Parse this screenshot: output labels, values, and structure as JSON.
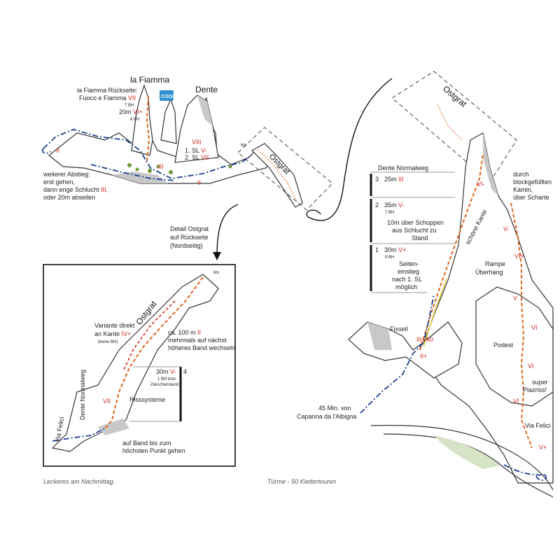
{
  "labels": {
    "la_fiamma": "la Fiamma",
    "dente": "Dente",
    "ostgrat_small": "Ostgrat",
    "ostgrat_detail": "Ostgrat",
    "ostgrat_big": "Ostgrat",
    "rueckseite_1": "la Fiamma Rückseite:",
    "rueckseite_2_pre": "Fuoco e Fiamma",
    "rueckseite_2_grade": "VII",
    "bh7": "7 BH",
    "cool": "COOL",
    "pitch20m_pre": "20m",
    "pitch20m_grade": "VI+",
    "bh6": "6 BH",
    "grade_viii": "VIII",
    "sl1_pre": "1. SL",
    "sl1_grade": "V-",
    "sl2_pre": "2. SL",
    "sl2_grade": "VII",
    "sixm": "6m",
    "grade_ii_left": "II",
    "grade_iii_left": "III",
    "grade_ii_mid": "II",
    "abstieg_1": "weiterer Abstieg:",
    "abstieg_2": "erst gehen,",
    "abstieg_3_pre": "dann enge Schlucht",
    "abstieg_3_grade": "III",
    "abstieg_4": "oder 20m abseilen",
    "detail_1": "Detail Ostgrat",
    "detail_2": "auf Rückseite",
    "detail_3": "(Nordseitig)",
    "variante_1": "Variante direkt",
    "variante_2_pre": "an Kante",
    "variante_2_grade": "IV+",
    "variante_3": "(keine BH)",
    "ca100_1_pre": "ca. 100 m",
    "ca100_1_grade": "II",
    "ca100_2": "mehrmals auf nächst",
    "ca100_3": "höheres Band wechseln",
    "d30_pre": "30m",
    "d30_grade": "V-",
    "d30_bh1": "1 BH bzw.",
    "d30_bh2": "Zwischenstand",
    "d_pitch_no": "4",
    "risssysteme": "Risssysteme",
    "dente_normalweg_v": "Dente Normalweg",
    "via_felici_v": "Via Felici",
    "grade_vii_detail": "VII",
    "band_1": "auf Band bis zum",
    "band_2": "höchsten Punkt gehen",
    "sixm_detail": "6m",
    "dn_title": "Dente Normalweg",
    "p3_no": "3",
    "p3_pre": "25m",
    "p3_grade": "III",
    "p2_no": "2",
    "p2_pre": "35m",
    "p2_grade": "V-",
    "p2_bh": "7 BH",
    "p2_d1": "10m über Schuppen",
    "p2_d2": "aus Schlucht zu",
    "p2_d3": "Stand",
    "p1_no": "1",
    "p1_pre": "30m",
    "p1_grade": "V+",
    "p1_bh": "5 BH",
    "p1_d1": "Seiten-",
    "p1_d2": "einstieg",
    "p1_d3": "nach 1. SL",
    "p1_d4": "möglich",
    "fixseil": "Fixseil",
    "iii_a0": "III+A0",
    "ii_plus": "II+",
    "schoene_kante": "schöne Kante",
    "durch_1": "durch",
    "durch_2": "blockgefüllten",
    "durch_3": "Kamin,",
    "durch_4": "über Scharte",
    "vi_top": "VI-",
    "v_minus_r": "V-",
    "vi_plus_r": "VI+",
    "rampe": "Rampe",
    "ueberhang": "Überhang",
    "v_r": "V",
    "vi_r1": "VI",
    "podest": "Podest",
    "vi_r2": "VI",
    "super_1": "super",
    "super_2": "Piazriss!",
    "vi_r3": "VI",
    "via_felici_r": "Via Felici",
    "v_plus_r": "V+",
    "minutes_1": "45 Min. von",
    "minutes_2": "Capanna da l'Albigna",
    "caption_left": "Leckeres am Nachmittag.",
    "caption_center": "Türme - 50 Klettertouren"
  },
  "colors": {
    "route_orange": "#e0661f",
    "grade_red": "#d0281e",
    "path_blue": "#1c3f8c",
    "cool_badge": "#2e8fd1",
    "rock_shade": "#c8c8c8"
  }
}
